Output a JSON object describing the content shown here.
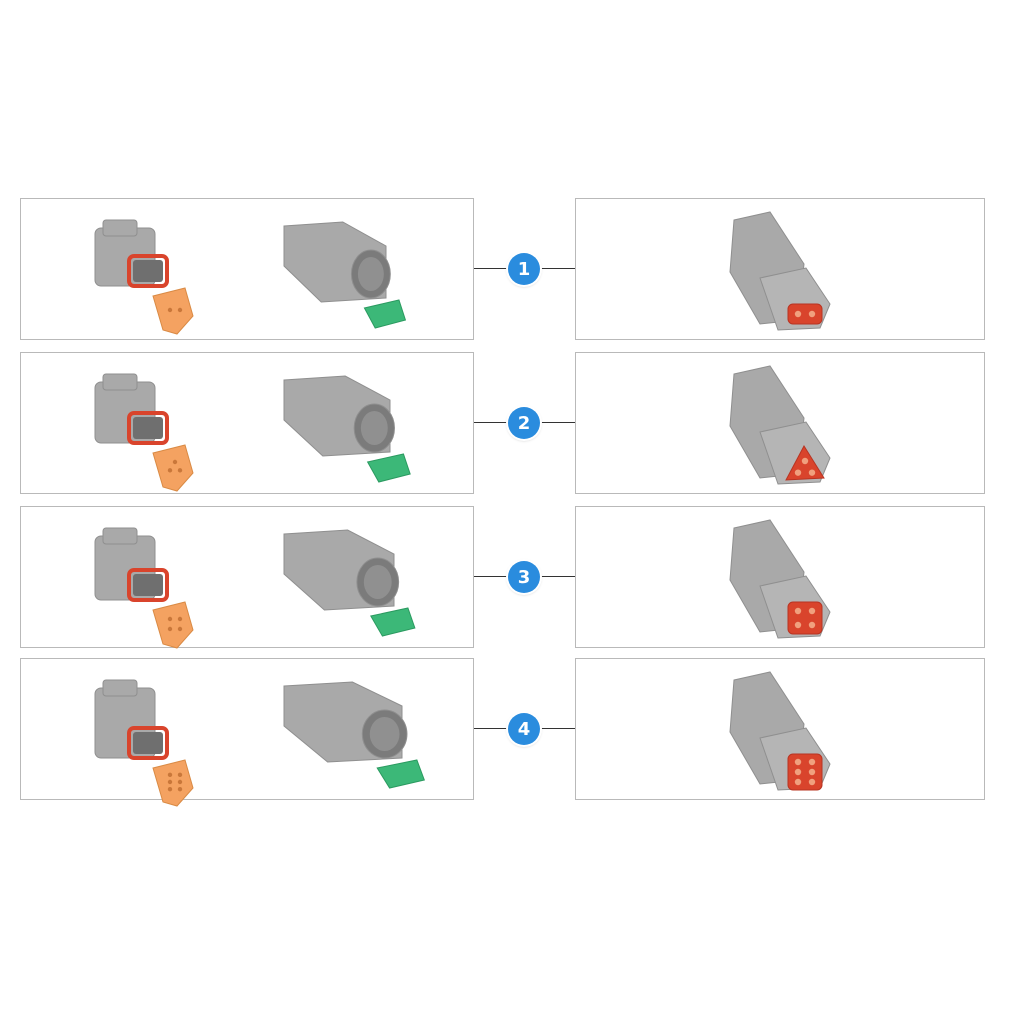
{
  "rows": [
    {
      "number": "1",
      "pins": 2
    },
    {
      "number": "2",
      "pins": 3
    },
    {
      "number": "3",
      "pins": 4
    },
    {
      "number": "4",
      "pins": 6
    }
  ],
  "colors": {
    "housing": "#a9a9a9",
    "housing_dark": "#8f8f8f",
    "seal": "#d9442c",
    "wedge_orange": "#f4a261",
    "wedge_green": "#3cb878",
    "badge": "#2a8cde"
  }
}
